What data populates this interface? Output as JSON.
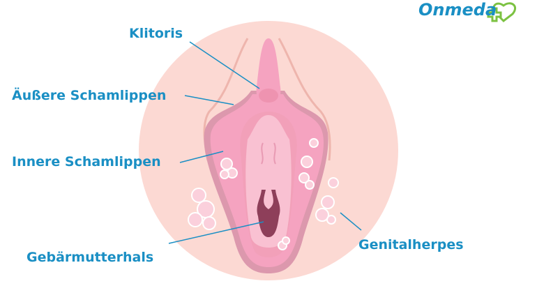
{
  "logo": {
    "text": "Onmeda"
  },
  "labels": {
    "klitoris": "Klitoris",
    "aeussere": "Äußere Schamlippen",
    "innere": "Innere Schamlippen",
    "gebaermutterhals": "Gebärmutterhals",
    "genitalherpes": "Genitalherpes"
  },
  "colors": {
    "label": "#1a8fc4",
    "logo_icon": "#7cc242",
    "background_circle": "#fcd9d3"
  }
}
